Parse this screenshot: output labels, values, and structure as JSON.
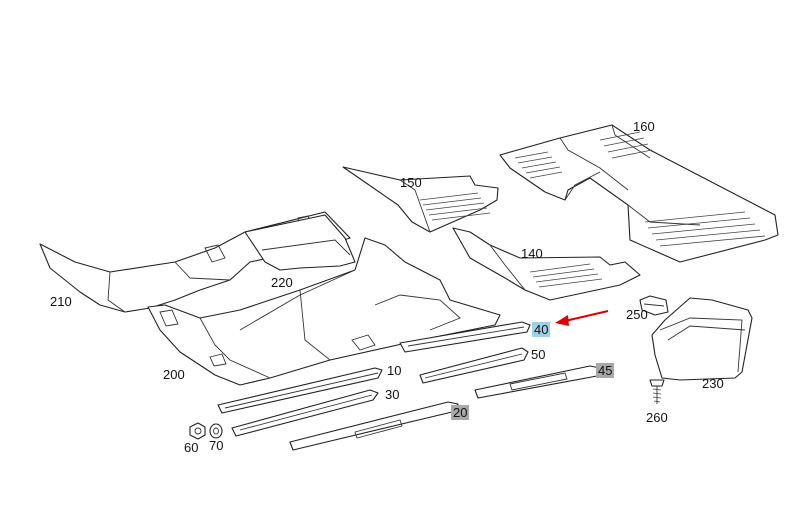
{
  "labels": {
    "p10": "10",
    "p20": "20",
    "p30": "30",
    "p40": "40",
    "p45": "45",
    "p50": "50",
    "p60": "60",
    "p70": "70",
    "p140": "140",
    "p150": "150",
    "p160": "160",
    "p200": "200",
    "p210": "210",
    "p220": "220",
    "p230": "230",
    "p250": "250",
    "p260": "260"
  },
  "highlight": {
    "selected_label_color": "#9fd0e6",
    "grey_label_color": "#a8a8a8",
    "arrow_color": "#e00000"
  }
}
